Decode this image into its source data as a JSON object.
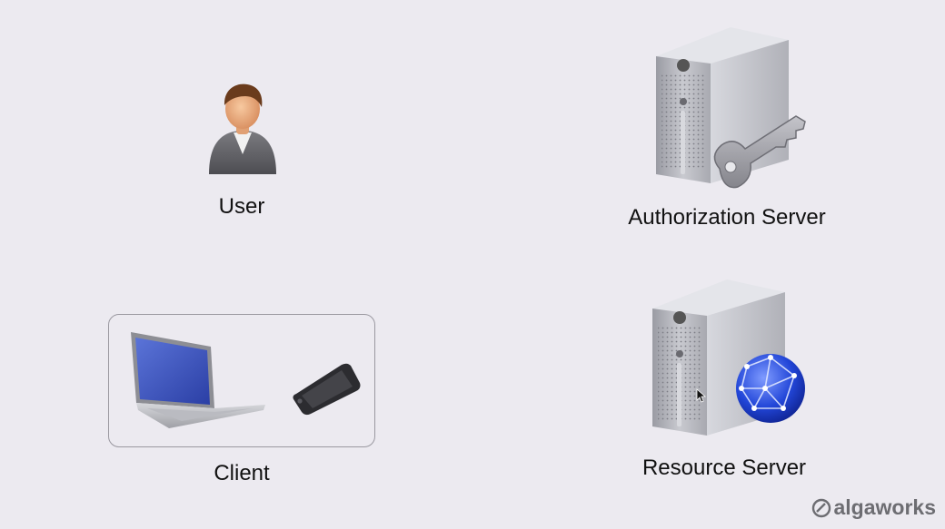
{
  "actors": {
    "user": {
      "label": "User",
      "icon": "user-avatar-icon"
    },
    "client": {
      "label": "Client",
      "icons": [
        "laptop-icon",
        "smartphone-icon"
      ]
    },
    "authorization_server": {
      "label": "Authorization Server",
      "icon": "server-key-icon"
    },
    "resource_server": {
      "label": "Resource Server",
      "icon": "server-globe-icon"
    }
  },
  "brand": {
    "text": "algaworks",
    "icon": "algaworks-logo-icon"
  },
  "colors": {
    "background": "#eceaf0",
    "server_body": "#b9bac2",
    "key": "#9c9ca3",
    "globe": "#1f3fd6",
    "laptop_screen": "#3c56c4"
  }
}
